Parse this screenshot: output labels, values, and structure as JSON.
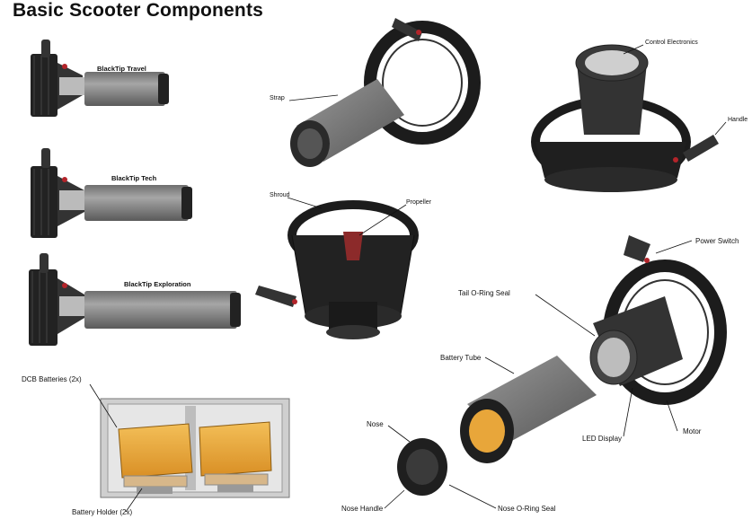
{
  "page_title": "Basic Scooter Components",
  "models": {
    "travel": "BlackTip Travel",
    "tech": "BlackTip Tech",
    "exploration": "BlackTip Exploration"
  },
  "callouts": {
    "strap": "Strap",
    "shroud": "Shroud",
    "propeller": "Propeller",
    "control_electronics": "Control Electronics",
    "handle": "Handle",
    "power_switch": "Power Switch",
    "tail_oring_seal": "Tail O-Ring Seal",
    "battery_tube": "Battery Tube",
    "led_display": "LED Display",
    "motor": "Motor",
    "nose": "Nose",
    "nose_handle": "Nose Handle",
    "nose_oring_seal": "Nose O-Ring Seal",
    "dcb_batteries": "DCB Batteries (2x)",
    "battery_holder": "Battery Holder (2x)"
  },
  "colors": {
    "tube_gray": "#8a8a8a",
    "shroud_black": "#1c1c1c",
    "accent_red": "#b3242a",
    "battery_orange": "#e8a63a"
  }
}
